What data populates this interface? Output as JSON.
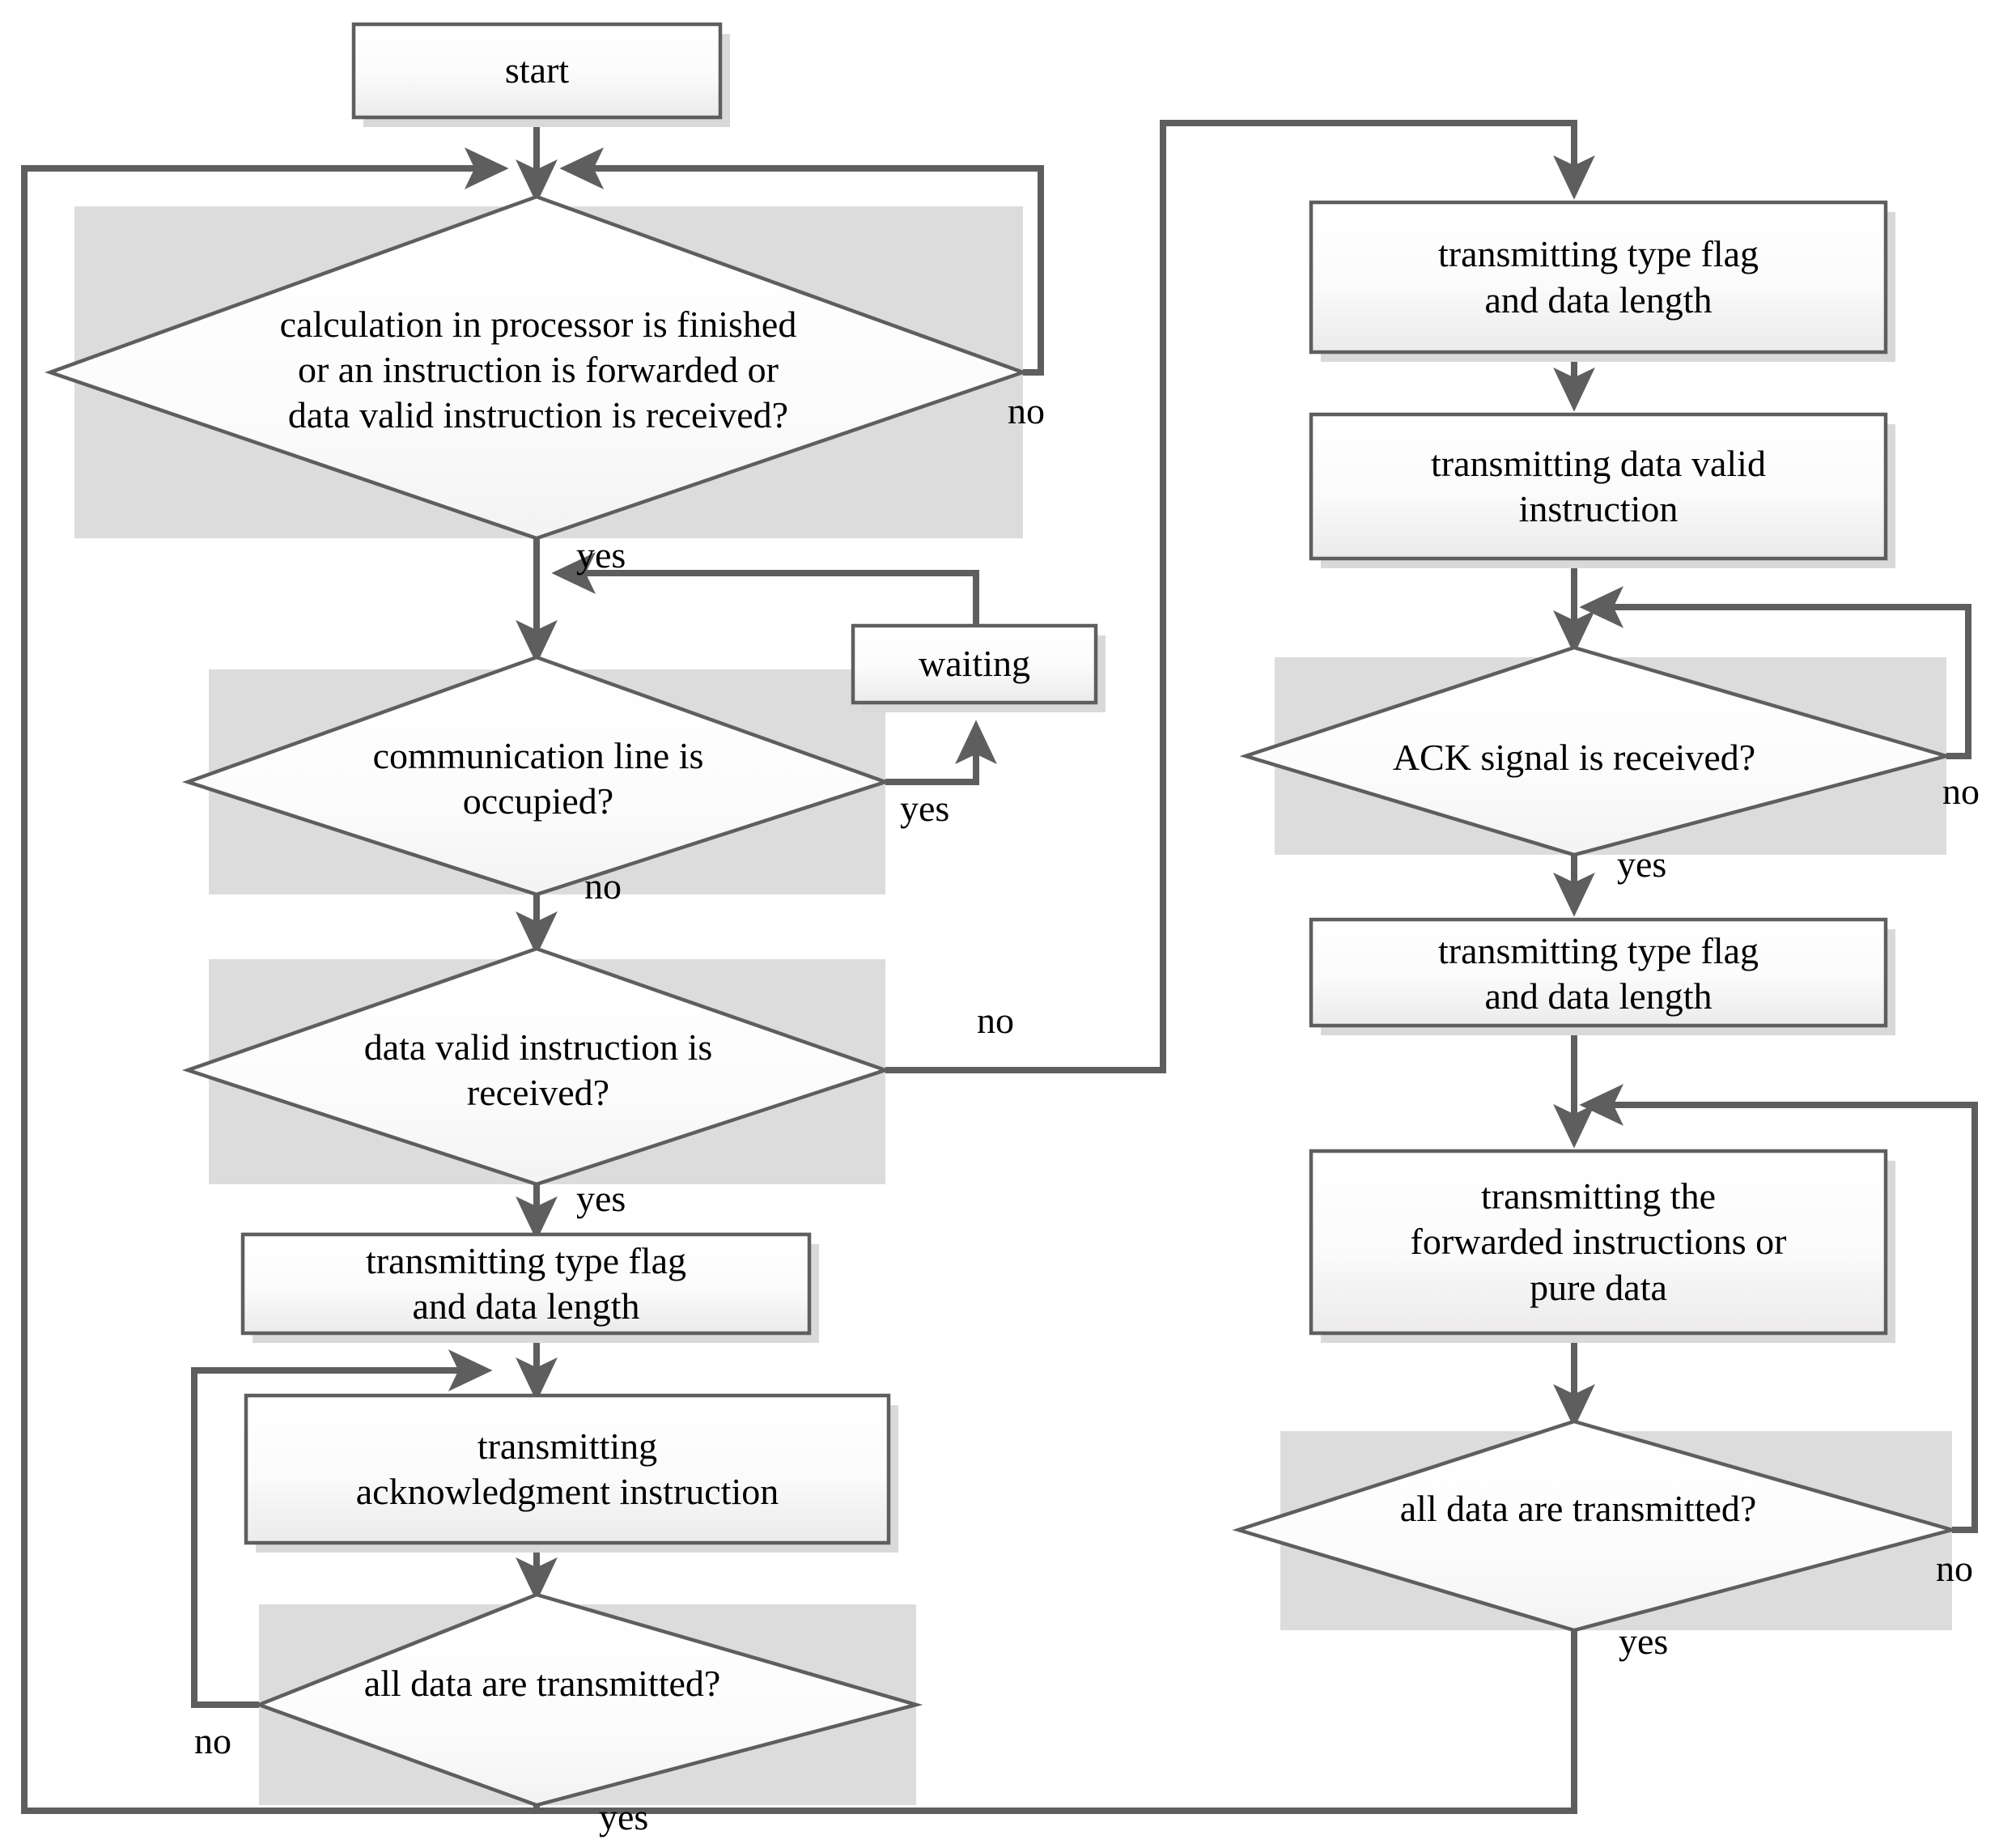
{
  "diagram": {
    "type": "flowchart",
    "title": "communication protocol flowchart",
    "colors": {
      "line": "#5e5e5e",
      "box_border": "#5e5e5e",
      "box_fill_top": "#ffffff",
      "box_fill_bottom": "#ededed",
      "band_fill": "#dcdcdc",
      "shadow": "#d9d9d9",
      "text": "#000000"
    },
    "nodes": {
      "start": {
        "label": "start",
        "shape": "process"
      },
      "d1_trigger": {
        "label": "calculation in processor is finished\nor an instruction is forwarded  or\ndata valid instruction is received?",
        "shape": "decision"
      },
      "d2_line_busy": {
        "label": "communication line is\noccupied?",
        "shape": "decision"
      },
      "p_waiting": {
        "label": "waiting",
        "shape": "process"
      },
      "d3_data_valid": {
        "label": "data valid instruction is\nreceived?",
        "shape": "decision"
      },
      "p_left_typeflag": {
        "label": "transmitting type flag\nand data length",
        "shape": "process"
      },
      "p_ack_instruction": {
        "label": "transmitting\nacknowledgment instruction",
        "shape": "process"
      },
      "d4_all_data_left": {
        "label": "all data are transmitted?",
        "shape": "decision"
      },
      "p_right_typeflag_1": {
        "label": "transmitting type flag\nand data length",
        "shape": "process"
      },
      "p_data_valid_instruction": {
        "label": "transmitting data valid\ninstruction",
        "shape": "process"
      },
      "d5_ack_signal": {
        "label": "ACK signal is received?",
        "shape": "decision"
      },
      "p_right_typeflag_2": {
        "label": "transmitting type flag\nand data length",
        "shape": "process"
      },
      "p_forwarded_or_pure": {
        "label": "transmitting the\nforwarded instructions or\npure data",
        "shape": "process"
      },
      "d6_all_data_right": {
        "label": "all data are transmitted?",
        "shape": "decision"
      }
    },
    "edge_labels": {
      "d1_no": "no",
      "d1_yes": "yes",
      "d2_yes": "yes",
      "d2_no": "no",
      "d3_no": "no",
      "d3_yes": "yes",
      "d4_no": "no",
      "d4_yes": "yes",
      "d5_no": "no",
      "d5_yes": "yes",
      "d6_no": "no",
      "d6_yes": "yes"
    }
  }
}
